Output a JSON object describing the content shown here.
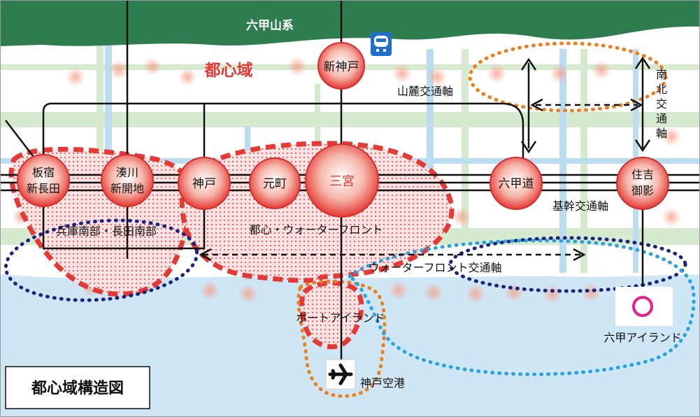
{
  "map": {
    "title": "都心域構造図",
    "mountain_label": "六甲山系",
    "zone_label": "都心域",
    "stations": {
      "shinkobe": "新神戸",
      "itayado": [
        "板宿",
        "新長田"
      ],
      "minatogawa": [
        "湊川",
        "新開地"
      ],
      "kobe": "神戸",
      "motomachi": "元町",
      "sannomiya": "三宮",
      "rokkomichi": "六甲道",
      "sumiyoshi": [
        "住吉",
        "御影"
      ]
    },
    "axes": {
      "sanroku": "山麓交通軸",
      "nanboku": [
        "南",
        "北",
        "交",
        "通",
        "軸"
      ],
      "kikan": "基幹交通軸",
      "waterfront": "ウォーターフロント交通軸"
    },
    "areas": {
      "hyogo": "兵庫南部・長田南部",
      "toshin_wf": "都心・ウォーターフロント",
      "port_island": "ポートアイランド",
      "rokko_island": "六甲アイランド",
      "airport": "神戸空港"
    },
    "colors": {
      "mountain": "#2e7d4f",
      "sea": "#cfe6f5",
      "station_red": "#e53935",
      "dotted_red": "#e53935",
      "orange": "#ef7d1a",
      "navy": "#1a237e",
      "sky": "#29a3e0",
      "green_band": "#c9e2c0",
      "blue_band": "#bcdcef"
    }
  }
}
